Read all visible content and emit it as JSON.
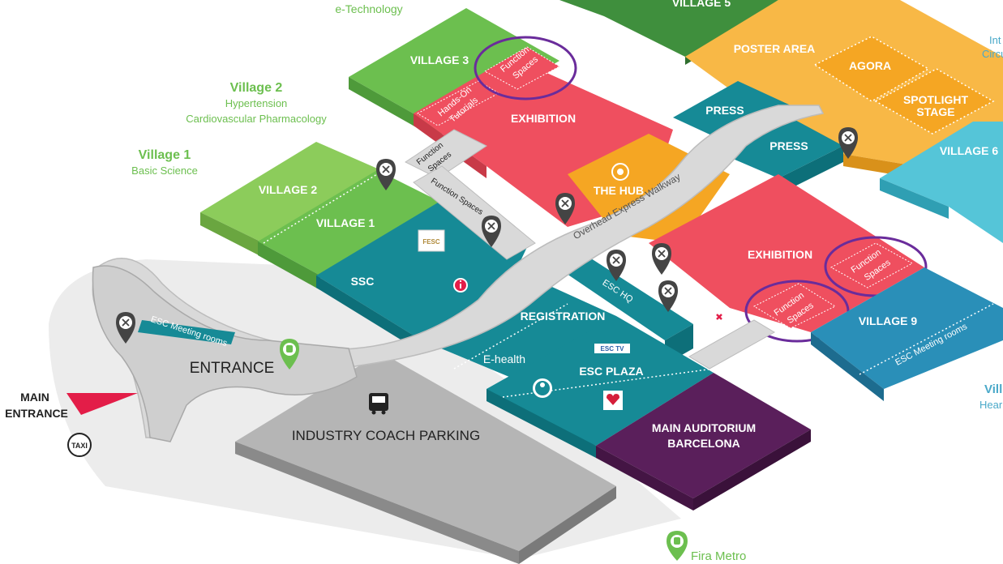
{
  "legend_left": {
    "e_technology": "e-Technology",
    "village2_title": "Village 2",
    "village2_line1": "Hypertension",
    "village2_line2": "Cardiovascular Pharmacology",
    "village1_title": "Village 1",
    "village1_line1": "Basic Science"
  },
  "legend_right": {
    "top_a": "Int",
    "top_b": "Circu",
    "bottom_a": "Vill",
    "bottom_b": "Hear"
  },
  "zones": {
    "village5": "VILLAGE 5",
    "village3": "VILLAGE 3",
    "village2": "VILLAGE 2",
    "village1": "VILLAGE 1",
    "village6": "VILLAGE 6",
    "village9": "VILLAGE 9",
    "poster_area": "POSTER AREA",
    "agora": "AGORA",
    "spotlight_1": "SPOTLIGHT",
    "spotlight_2": "STAGE",
    "exhibition_north": "EXHIBITION",
    "exhibition_south": "EXHIBITION",
    "press_1": "PRESS",
    "press_2": "PRESS",
    "the_hub": "THE HUB",
    "ssc": "SSC",
    "registration": "REGISTRATION",
    "e_health": "E-health",
    "esc_plaza": "ESC PLAZA",
    "esc_hq": "ESC HQ",
    "main_auditorium_1": "MAIN AUDITORIUM",
    "main_auditorium_2": "BARCELONA",
    "industry_parking": "INDUSTRY COACH PARKING",
    "entrance": "ENTRANCE",
    "main_entrance_1": "MAIN",
    "main_entrance_2": "ENTRANCE",
    "esc_meeting_rooms_left": "ESC Meeting rooms",
    "esc_meeting_rooms_right": "ESC Meeting rooms",
    "walkway": "Overhead Express Walkway",
    "function_spaces": "Function Spaces",
    "function_spaces_line1": "Function",
    "function_spaces_line2": "Spaces",
    "hands_on_1": "Hands-On",
    "hands_on_2": "Tutorials",
    "fira_metro": "Fira Metro",
    "fesc_logo": "FESC",
    "esc_tv_logo": "ESC TV",
    "taxi": "TAXI"
  },
  "icons": {
    "restaurant": "fork-knife-pin",
    "info": "info-icon",
    "metro": "train-pin",
    "bus": "bus-icon",
    "taxi": "taxi-icon",
    "first_aid": "first-aid-cross",
    "hub": "hub-icon",
    "health": "heart-logo"
  },
  "colors": {
    "green_dark": "#3f8f3d",
    "green_mid": "#6cbf4f",
    "green_light": "#8ccc5b",
    "red_exhibit": "#ef4f5f",
    "teal": "#168a96",
    "teal_dark": "#0d6f79",
    "orange": "#f5a623",
    "orange_light": "#f8b846",
    "cyan": "#55c5d8",
    "blue": "#2a8fb8",
    "purple": "#5a1f5b",
    "grey_walkway": "#d9d9d9",
    "highlight_circle": "#6a2c9b",
    "red_triangle": "#e31d48"
  }
}
